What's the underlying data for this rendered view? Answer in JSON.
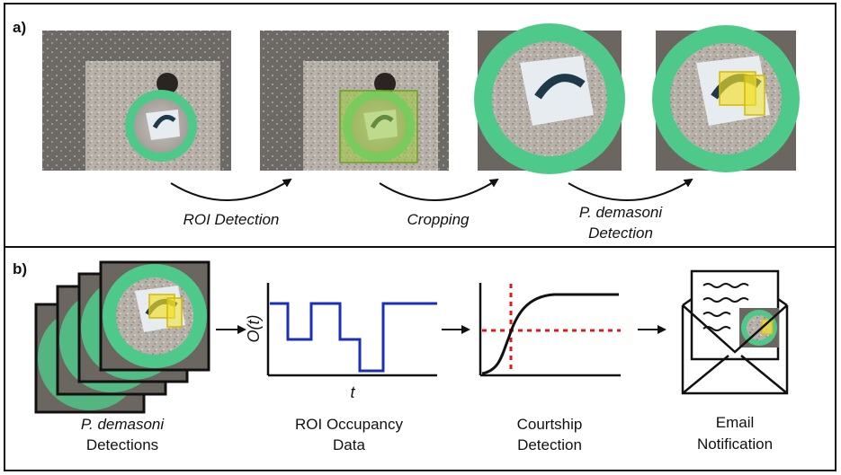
{
  "panel_a": {
    "label": "a)",
    "steps": [
      {
        "line1": "ROI Detection",
        "line2": ""
      },
      {
        "line1": "Cropping",
        "line2": ""
      },
      {
        "line1": "P. demasoni",
        "line2": "Detection"
      }
    ]
  },
  "panel_b": {
    "label": "b)",
    "stages": [
      {
        "line1": "P. demasoni",
        "line2": "Detections"
      },
      {
        "line1": "ROI Occupancy",
        "line2": "Data"
      },
      {
        "line1": "Courtship",
        "line2": "Detection"
      },
      {
        "line1": "Email",
        "line2": "Notification"
      }
    ],
    "occupancy_chart": {
      "ylabel": "O(t)",
      "xlabel": "t"
    }
  },
  "colors": {
    "bowl_green": "#4fc98a",
    "roi_box": "#9ccc3a",
    "detect_box": "#f2e12a",
    "occupancy_line": "#1a2fb8",
    "threshold_red": "#e01a1a",
    "sigmoid": "#111111"
  }
}
